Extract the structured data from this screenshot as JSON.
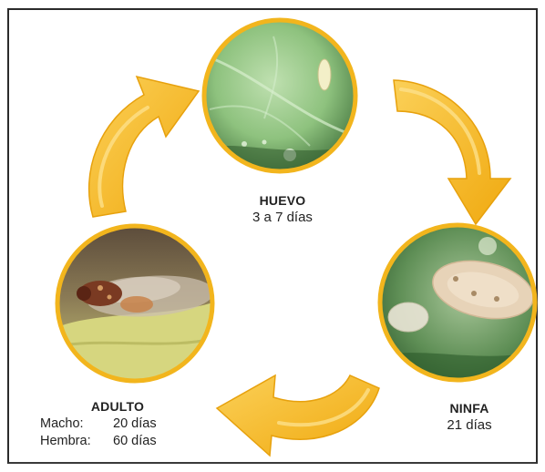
{
  "colors": {
    "arrow": "#f5b922",
    "arrow_light": "#fde08a",
    "ring": "#f2b51d",
    "frame": "#2b2b2b"
  },
  "stages": {
    "egg": {
      "name": "HUEVO",
      "duration": "3 a 7 días"
    },
    "nymph": {
      "name": "NINFA",
      "duration": "21 días"
    },
    "adult": {
      "name": "ADULTO",
      "rows": [
        {
          "key": "Macho:",
          "value": "20 días"
        },
        {
          "key": "Hembra:",
          "value": "60 días"
        }
      ]
    }
  }
}
